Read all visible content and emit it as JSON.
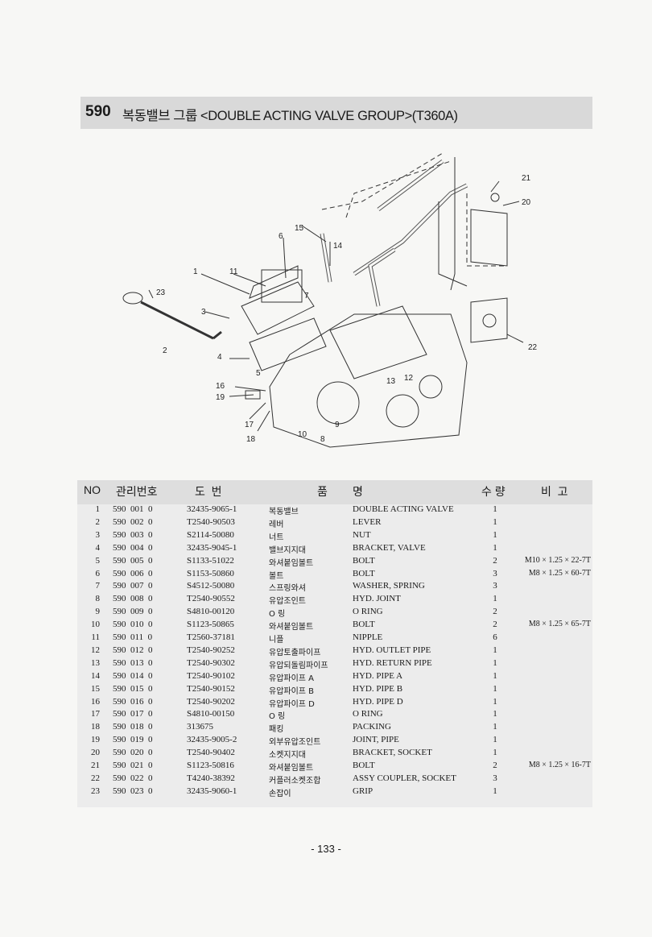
{
  "section": {
    "number": "590",
    "title": "복동밸브 그룹 <DOUBLE ACTING VALVE GROUP>(T360A)"
  },
  "diagram": {
    "callouts": [
      "1",
      "2",
      "3",
      "4",
      "5",
      "6",
      "7",
      "8",
      "9",
      "10",
      "11",
      "12",
      "13",
      "14",
      "15",
      "16",
      "17",
      "18",
      "19",
      "20",
      "21",
      "22",
      "23"
    ]
  },
  "table": {
    "headers": {
      "no": "NO",
      "mgmt": "관리번호",
      "drawing": "도  번",
      "name": "품        명",
      "qty": "수 량",
      "remark": "비  고"
    },
    "rows": [
      {
        "no": "1",
        "mgmt": "590  001  0",
        "part": "32435-9065-1",
        "kr": "복동밸브",
        "en": "DOUBLE ACTING VALVE",
        "qty": "1",
        "remark": ""
      },
      {
        "no": "2",
        "mgmt": "590  002  0",
        "part": "T2540-90503",
        "kr": "레버",
        "en": "LEVER",
        "qty": "1",
        "remark": ""
      },
      {
        "no": "3",
        "mgmt": "590  003  0",
        "part": "S2114-50080",
        "kr": "너트",
        "en": "NUT",
        "qty": "1",
        "remark": ""
      },
      {
        "no": "4",
        "mgmt": "590  004  0",
        "part": "32435-9045-1",
        "kr": "밸브지지대",
        "en": "BRACKET, VALVE",
        "qty": "1",
        "remark": ""
      },
      {
        "no": "5",
        "mgmt": "590  005  0",
        "part": "S1133-51022",
        "kr": "와셔붙임볼트",
        "en": "BOLT",
        "qty": "2",
        "remark": "M10 × 1.25 × 22-7T"
      },
      {
        "no": "6",
        "mgmt": "590  006  0",
        "part": "S1153-50860",
        "kr": "볼트",
        "en": "BOLT",
        "qty": "3",
        "remark": "M8 × 1.25 × 60-7T"
      },
      {
        "no": "7",
        "mgmt": "590  007  0",
        "part": "S4512-50080",
        "kr": "스프링와셔",
        "en": "WASHER, SPRING",
        "qty": "3",
        "remark": ""
      },
      {
        "no": "8",
        "mgmt": "590  008  0",
        "part": "T2540-90552",
        "kr": "유압조인트",
        "en": "HYD. JOINT",
        "qty": "1",
        "remark": ""
      },
      {
        "no": "9",
        "mgmt": "590  009  0",
        "part": "S4810-00120",
        "kr": "O 링",
        "en": "O RING",
        "qty": "2",
        "remark": ""
      },
      {
        "no": "10",
        "mgmt": "590  010  0",
        "part": "S1123-50865",
        "kr": "와셔붙임볼트",
        "en": "BOLT",
        "qty": "2",
        "remark": "M8 × 1.25 × 65-7T"
      },
      {
        "no": "11",
        "mgmt": "590  011  0",
        "part": "T2560-37181",
        "kr": "니플",
        "en": "NIPPLE",
        "qty": "6",
        "remark": ""
      },
      {
        "no": "12",
        "mgmt": "590  012  0",
        "part": "T2540-90252",
        "kr": "유압토출파이프",
        "en": "HYD. OUTLET PIPE",
        "qty": "1",
        "remark": ""
      },
      {
        "no": "13",
        "mgmt": "590  013  0",
        "part": "T2540-90302",
        "kr": "유압되돌림파이프",
        "en": "HYD. RETURN PIPE",
        "qty": "1",
        "remark": ""
      },
      {
        "no": "14",
        "mgmt": "590  014  0",
        "part": "T2540-90102",
        "kr": "유압파이프 A",
        "en": "HYD. PIPE A",
        "qty": "1",
        "remark": ""
      },
      {
        "no": "15",
        "mgmt": "590  015  0",
        "part": "T2540-90152",
        "kr": "유압파이프 B",
        "en": "HYD. PIPE B",
        "qty": "1",
        "remark": ""
      },
      {
        "no": "16",
        "mgmt": "590  016  0",
        "part": "T2540-90202",
        "kr": "유압파이프 D",
        "en": "HYD. PIPE D",
        "qty": "1",
        "remark": ""
      },
      {
        "no": "17",
        "mgmt": "590  017  0",
        "part": "S4810-00150",
        "kr": "O 링",
        "en": "O RING",
        "qty": "1",
        "remark": ""
      },
      {
        "no": "18",
        "mgmt": "590  018  0",
        "part": "313675",
        "kr": "패킹",
        "en": "PACKING",
        "qty": "1",
        "remark": ""
      },
      {
        "no": "19",
        "mgmt": "590  019  0",
        "part": "32435-9005-2",
        "kr": "외부유압조인트",
        "en": "JOINT, PIPE",
        "qty": "1",
        "remark": ""
      },
      {
        "no": "20",
        "mgmt": "590  020  0",
        "part": "T2540-90402",
        "kr": "소켓지지대",
        "en": "BRACKET, SOCKET",
        "qty": "1",
        "remark": ""
      },
      {
        "no": "21",
        "mgmt": "590  021  0",
        "part": "S1123-50816",
        "kr": "와셔붙임볼트",
        "en": "BOLT",
        "qty": "2",
        "remark": "M8 × 1.25 × 16-7T"
      },
      {
        "no": "22",
        "mgmt": "590  022  0",
        "part": "T4240-38392",
        "kr": "커플러소켓조합",
        "en": "ASSY COUPLER, SOCKET",
        "qty": "3",
        "remark": ""
      },
      {
        "no": "23",
        "mgmt": "590  023  0",
        "part": "32435-9060-1",
        "kr": "손잡이",
        "en": "GRIP",
        "qty": "1",
        "remark": ""
      }
    ]
  },
  "page_number": "- 133 -"
}
